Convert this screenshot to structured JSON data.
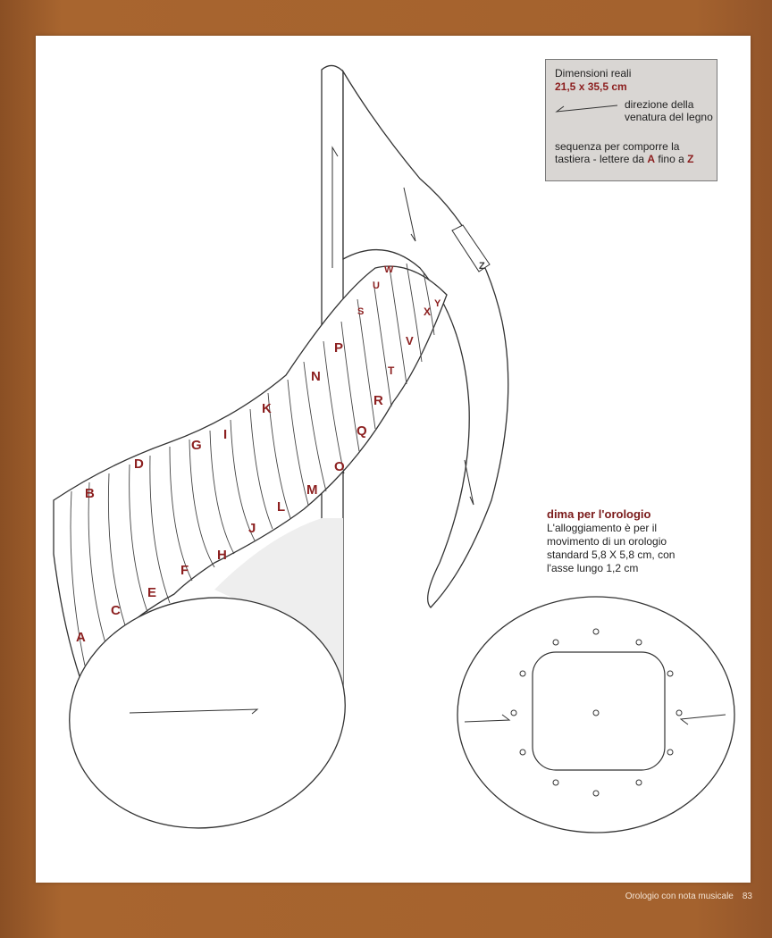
{
  "info_box": {
    "dimensions_label": "Dimensioni reali",
    "dimensions_value": "21,5 x 35,5 cm",
    "grain_label": "direzione della venatura del legno",
    "sequence_prefix": "sequenza per comporre la tastiera - lettere da ",
    "sequence_from": "A",
    "sequence_middle": " fino a ",
    "sequence_to": "Z"
  },
  "clock_template": {
    "title": "dima per l'orologio",
    "description": "L'alloggiamento è per il movimento di un orologio standard 5,8 X 5,8 cm, con l'asse lungo 1,2 cm"
  },
  "keyboard_letters": [
    "A",
    "B",
    "C",
    "D",
    "E",
    "F",
    "G",
    "H",
    "I",
    "J",
    "K",
    "L",
    "M",
    "N",
    "O",
    "P",
    "Q",
    "R",
    "S",
    "T",
    "U",
    "V",
    "W",
    "X",
    "Y",
    "Z"
  ],
  "footer": {
    "caption": "Orologio con nota musicale",
    "page_number": "83"
  },
  "colors": {
    "accent": "#8c2020",
    "frame": "#a4622e",
    "info_box_bg": "#d9d6d3"
  }
}
